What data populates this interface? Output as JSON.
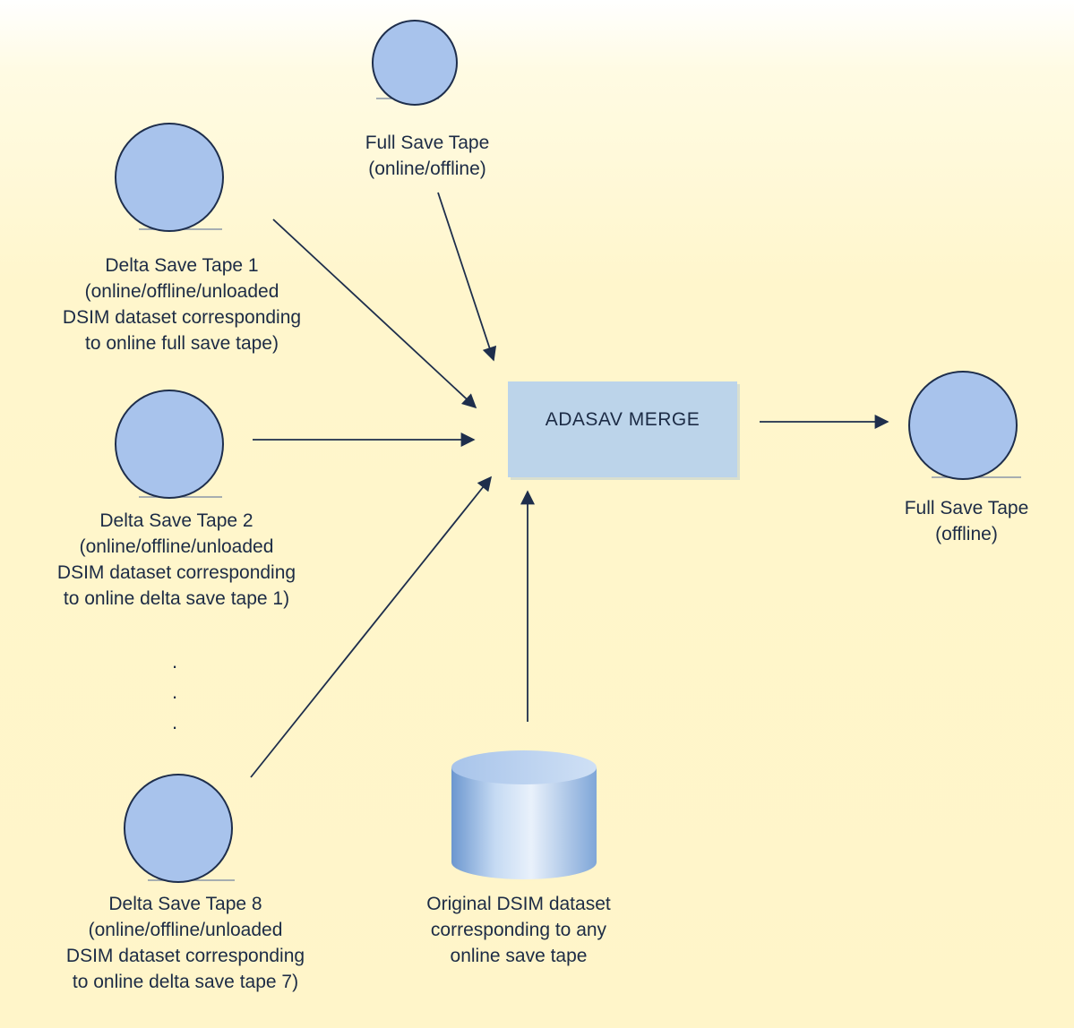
{
  "process": {
    "label": "ADASAV MERGE"
  },
  "inputs": {
    "full_save": [
      "Full Save Tape",
      "(online/offline)"
    ],
    "delta_1": [
      "Delta Save Tape 1",
      "(online/offline/unloaded",
      "DSIM dataset corresponding",
      "to online full save tape)"
    ],
    "delta_2": [
      "Delta Save Tape 2",
      "(online/offline/unloaded",
      "DSIM dataset corresponding",
      "to online delta save tape 1)"
    ],
    "delta_8": [
      "Delta Save Tape 8",
      "(online/offline/unloaded",
      "DSIM dataset corresponding",
      "to online delta save tape 7)"
    ],
    "dsim": [
      "Original DSIM dataset",
      "corresponding to any",
      "online save tape"
    ]
  },
  "output": {
    "full_save": [
      "Full Save Tape",
      "(offline)"
    ]
  },
  "ellipsis": ".",
  "colors": {
    "tape_fill": "#a8c3ec",
    "tape_stroke": "#1e2e4c",
    "box_fill": "#bcd4ea",
    "arrow": "#1e2e4c",
    "text": "#1c2b45"
  }
}
